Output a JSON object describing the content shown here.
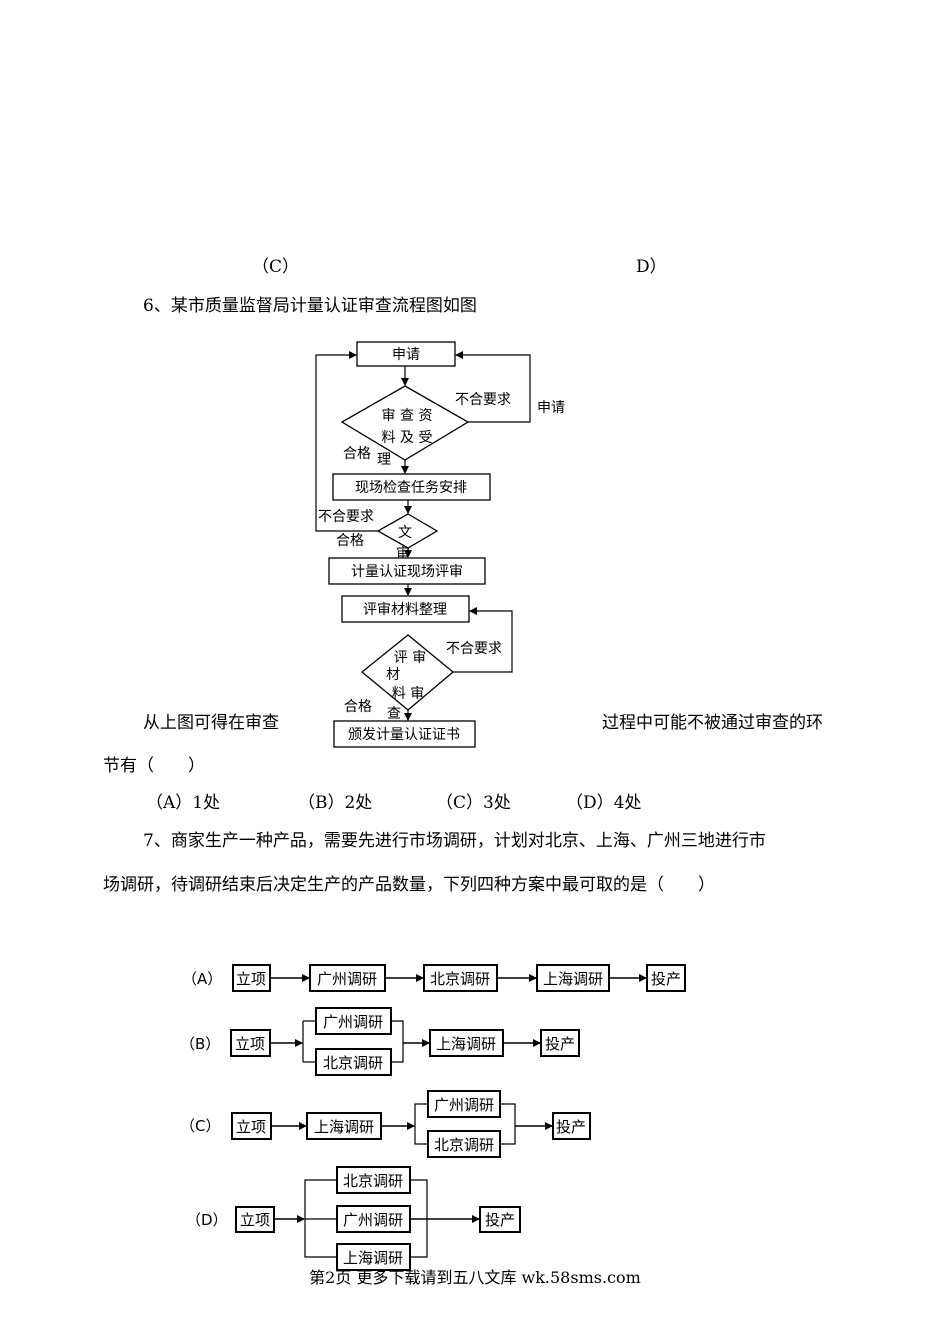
{
  "prev_options": {
    "c": "（C）",
    "d": "D）"
  },
  "q6": {
    "title": "6、某市质量监督局计量认证审查流程图如图",
    "text_part1": "从上图可得在审查",
    "text_part2": "过程中可能不被通过审查的环",
    "text_line2": "节有（　　）",
    "options": [
      "（A）1处",
      "（B）2处",
      "（C）3处",
      "（D）4处"
    ],
    "flowchart": {
      "apply": "申请",
      "review_materials": [
        "审 查 资",
        "料 及 受",
        "理"
      ],
      "reject1": "不合要求",
      "reapply": "申请",
      "pass1": "合格",
      "site_task": "现场检查任务安排",
      "reject2": "不合要求",
      "pass2": "合格",
      "doc_review": [
        "文",
        "审"
      ],
      "site_review": "计量认证现场评审",
      "organize": "评审材料整理",
      "reject3": "不合要求",
      "material_review": [
        "评  审",
        "材",
        "料 审",
        "查"
      ],
      "pass3": "合格",
      "issue": "颁发计量认证证书"
    }
  },
  "q7": {
    "line1": "7、商家生产一种产品，需要先进行市场调研，计划对北京、上海、广州三地进行市",
    "line2": "场调研，待调研结束后决定生产的产品数量，下列四种方案中最可取的是（　　）",
    "plans": {
      "a": {
        "label": "（A）",
        "start": "立项",
        "s1": "广州调研",
        "s2": "北京调研",
        "s3": "上海调研",
        "end": "投产"
      },
      "b": {
        "label": "（B）",
        "start": "立项",
        "p1": "广州调研",
        "p2": "北京调研",
        "s3": "上海调研",
        "end": "投产"
      },
      "c": {
        "label": "（C）",
        "start": "立项",
        "s1": "上海调研",
        "p1": "广州调研",
        "p2": "北京调研",
        "end": "投产"
      },
      "d": {
        "label": "（D）",
        "start": "立项",
        "p1": "北京调研",
        "p2": "广州调研",
        "p3": "上海调研",
        "end": "投产"
      }
    }
  },
  "footer": "第2页 更多下载请到五八文库 wk.58sms.com"
}
